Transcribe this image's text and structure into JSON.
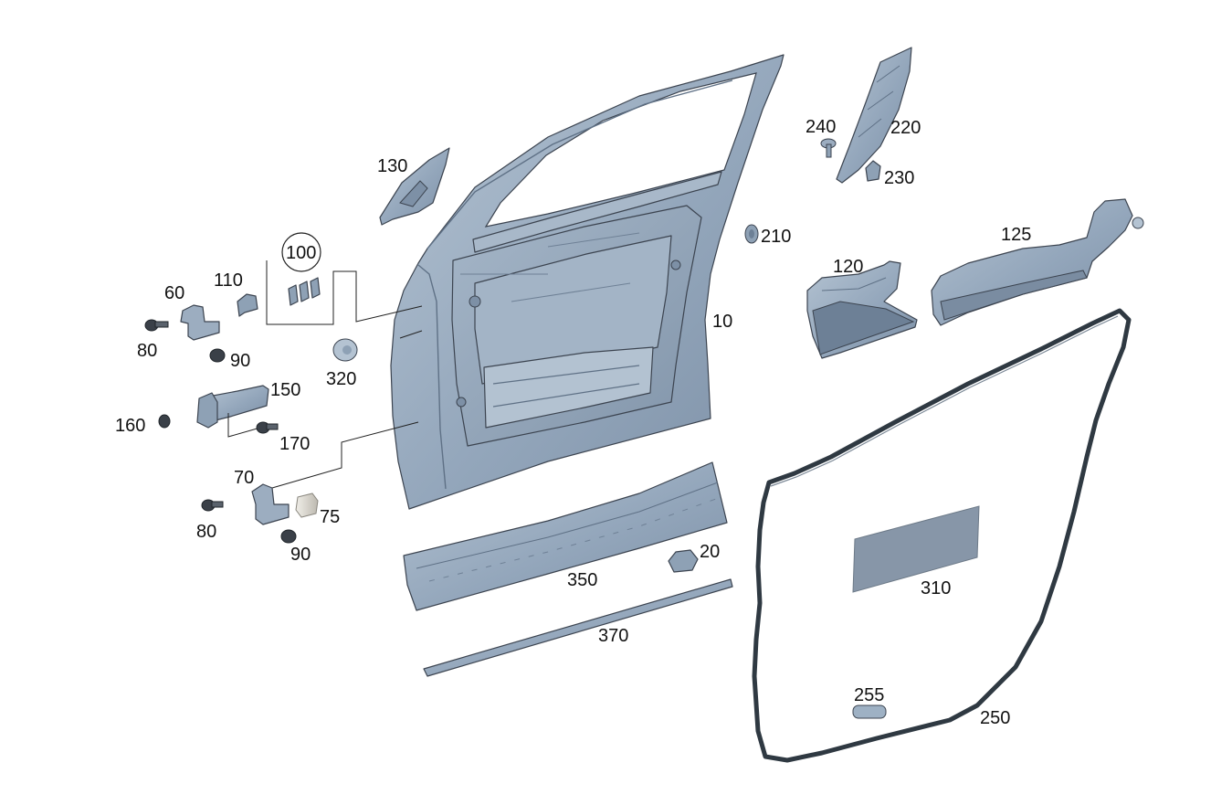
{
  "colors": {
    "part_fill": "#93a6bb",
    "part_light": "#b4c3d2",
    "part_dark": "#6d8096",
    "part_shadow": "#7d90a6",
    "seal": "#2f3942",
    "insulation": "#8796a8",
    "bumper": "#d9d6cf"
  },
  "callouts": {
    "c10": "10",
    "c20": "20",
    "c60": "60",
    "c70": "70",
    "c75": "75",
    "c80a": "80",
    "c80b": "80",
    "c90a": "90",
    "c90b": "90",
    "c100": "100",
    "c110": "110",
    "c120": "120",
    "c125": "125",
    "c130": "130",
    "c150": "150",
    "c160": "160",
    "c170": "170",
    "c210": "210",
    "c220": "220",
    "c230": "230",
    "c240": "240",
    "c250": "250",
    "c255": "255",
    "c310": "310",
    "c320": "320",
    "c350": "350",
    "c370": "370"
  }
}
